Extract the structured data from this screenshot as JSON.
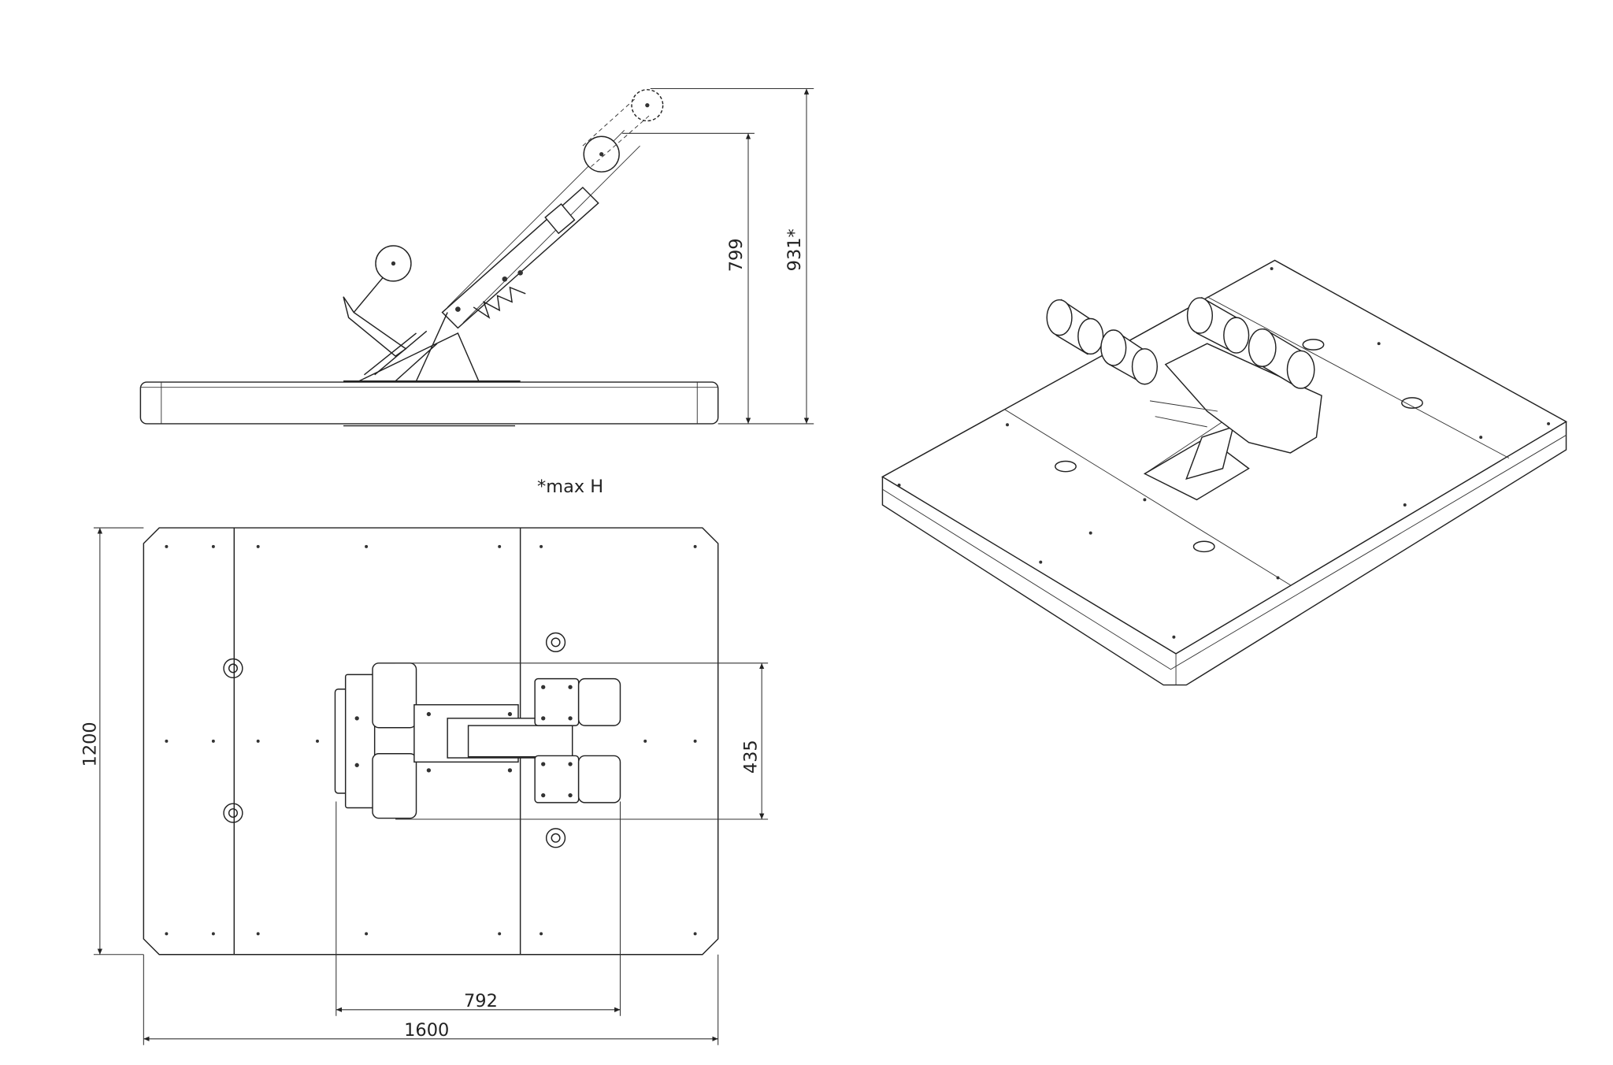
{
  "side_view": {
    "dim_height_low": "799",
    "dim_height_max": "931*",
    "note": "*max H"
  },
  "top_view": {
    "dim_depth": "1200",
    "dim_width": "1600",
    "dim_roller_span": "792",
    "dim_roller_gap": "435"
  },
  "colors": {
    "line": "#222222",
    "background": "#ffffff"
  }
}
